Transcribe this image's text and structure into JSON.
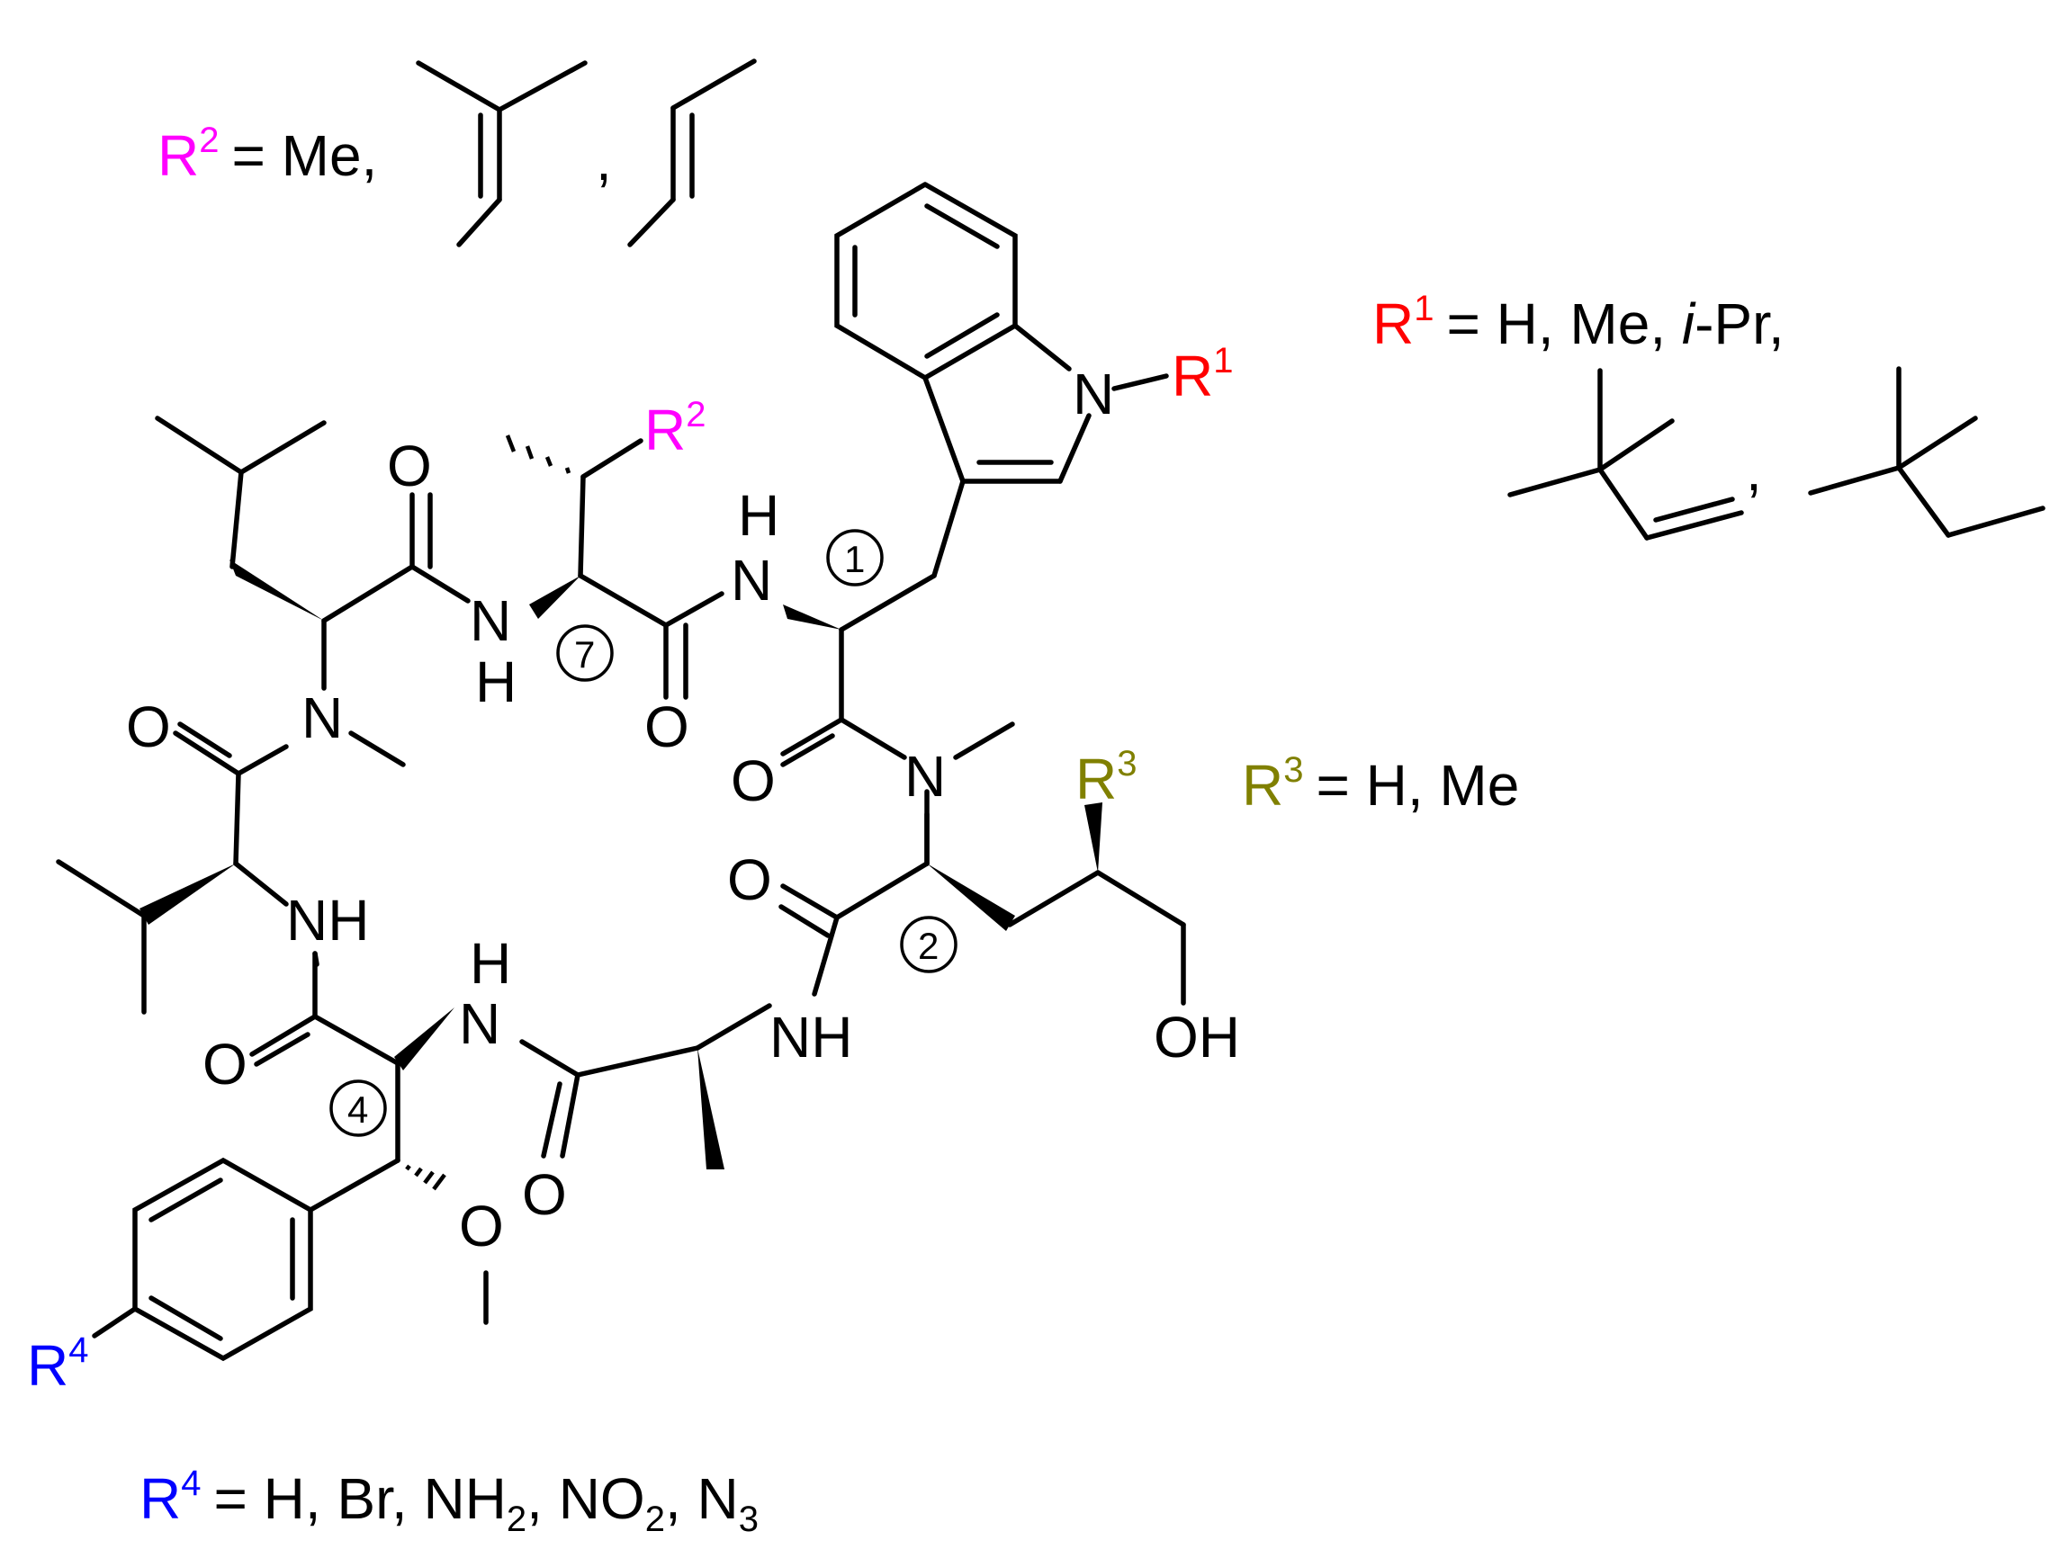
{
  "labels": {
    "r1": {
      "name": "R",
      "sup": "1",
      "rest": "= H, Me, ",
      "italic": "i",
      "rest2": "-Pr,",
      "color": "#ff0000"
    },
    "r2": {
      "name": "R",
      "sup": "2",
      "rest": "= Me,",
      "comma": ",",
      "color": "#ff00ff"
    },
    "r3": {
      "name": "R",
      "sup": "3",
      "rest": "= H, Me",
      "color": "#808000"
    },
    "r4": {
      "name": "R",
      "sup": "4",
      "rest": "= H, Br, NH",
      "sub1": "2",
      "mid": ", NO",
      "sub2": "2",
      "mid2": ", N",
      "sub3": "3",
      "color": "#0000ff"
    },
    "r1_comma": ","
  },
  "structure": {
    "atoms": {
      "N_indole": "N",
      "R1": "R",
      "R1_sup": "1",
      "R2": "R",
      "R2_sup": "2",
      "R3": "R",
      "R3_sup": "3",
      "R4": "R",
      "R4_sup": "4",
      "O_leu": "O",
      "N_leu": "N",
      "NH_top_N": "N",
      "NH_top_H": "H",
      "O_ile": "O",
      "NH_trp_N": "N",
      "NH_trp_H": "H",
      "O_trp": "O",
      "N_trp": "N",
      "O_val": "O",
      "NH_val": "NH",
      "O_phe": "O",
      "NH_phe_N": "N",
      "NH_phe_H": "H",
      "O_ala": "O",
      "NH_ala": "NH",
      "O_hom": "O",
      "OH": "OH",
      "O_methoxy": "O"
    },
    "residue_numbers": {
      "n1": "1",
      "n2": "2",
      "n4": "4",
      "n7": "7"
    }
  }
}
